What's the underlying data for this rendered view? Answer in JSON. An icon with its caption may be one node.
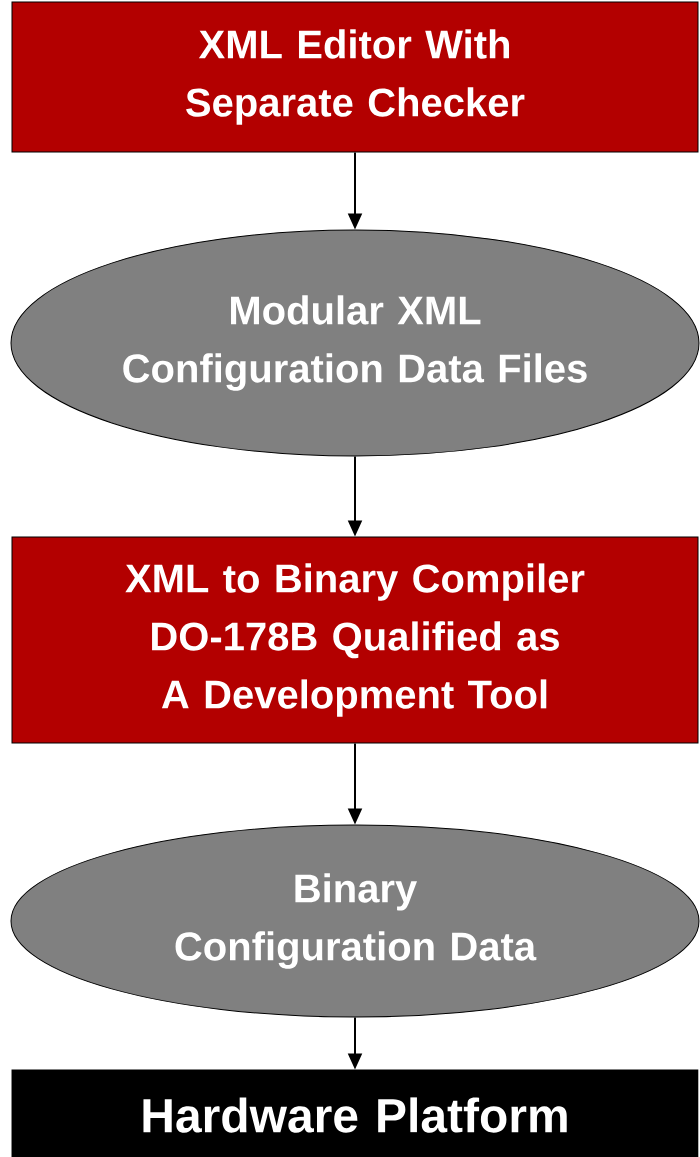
{
  "diagram": {
    "nodes": [
      {
        "text": [
          "XML Editor With Separate Checker"
        ]
      },
      {
        "text": [
          "Modular XML Configuration Data Files"
        ]
      },
      {
        "text": [
          "XML to Binary Compiler DO-178B Qualified as A Development Tool"
        ]
      },
      {
        "text": [
          "Binary Configuration Data"
        ]
      },
      {
        "text": [
          "Hardware Platform"
        ]
      }
    ],
    "edges": [
      {
        "from": 0,
        "to": 1,
        "arrow": "to"
      },
      {
        "from": 1,
        "to": 2,
        "arrow": "to"
      },
      {
        "from": 2,
        "to": 3,
        "arrow": "to"
      },
      {
        "from": 3,
        "to": 4,
        "arrow": "to"
      }
    ]
  }
}
